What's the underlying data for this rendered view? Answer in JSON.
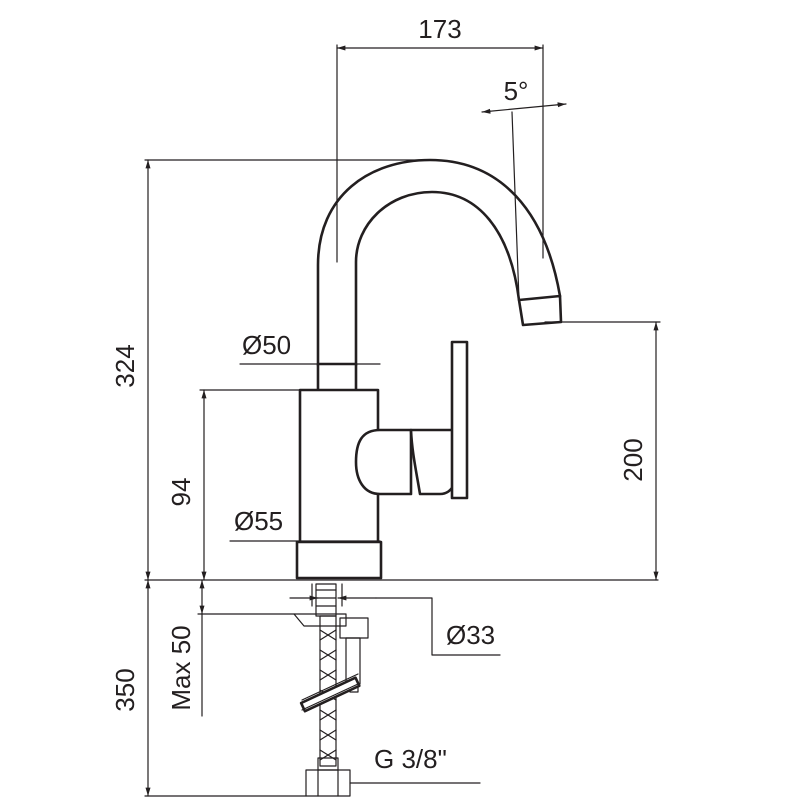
{
  "dimensions": {
    "spout_reach": "173",
    "spout_angle": "5°",
    "total_height": "324",
    "spout_height": "200",
    "body_height": "94",
    "body_top_diameter": "Ø50",
    "base_diameter": "Ø55",
    "mounting_hole": "Ø33",
    "max_deck_thickness": "Max 50",
    "hose_length": "350",
    "connection_thread": "G 3/8\""
  }
}
